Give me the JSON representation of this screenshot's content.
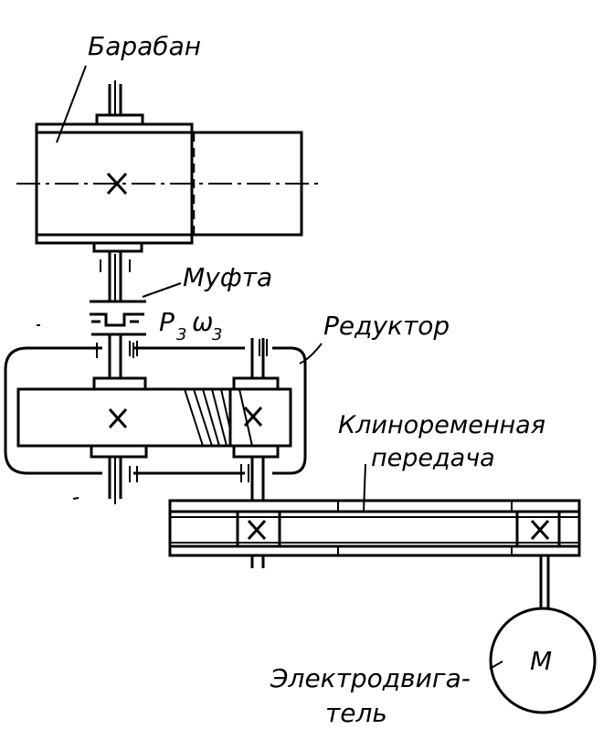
{
  "labels": {
    "drum": "Барабан",
    "coupling": "Муфта",
    "power_symbol": "P",
    "power_subscript": "3",
    "omega_symbol": "ω",
    "omega_subscript": "3",
    "reducer": "Редуктор",
    "belt_line1": "Клиноременная",
    "belt_line2": "передача",
    "motor_symbol": "М",
    "motor_line1": "Электродвига-",
    "motor_line2": "тель"
  },
  "colors": {
    "line": "#000000",
    "background": "#ffffff"
  }
}
